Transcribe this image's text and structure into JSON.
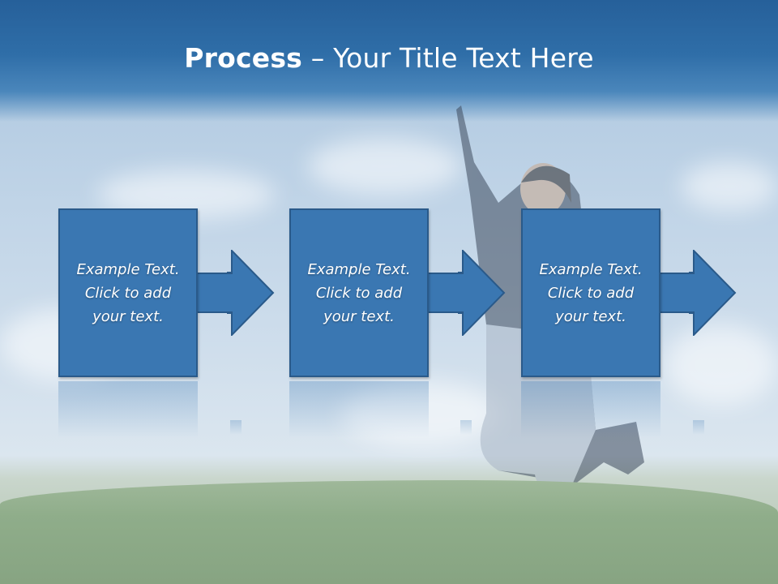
{
  "slide": {
    "title_bold": "Process",
    "title_rest": " – Your Title Text Here",
    "steps": [
      {
        "text": "Example Text.\nClick  to add\nyour text."
      },
      {
        "text": "Example Text.\nClick  to add\nyour text."
      },
      {
        "text": "Example Text.\nClick  to add\nyour text."
      }
    ]
  },
  "colors": {
    "header": "#2f6ea8",
    "box_fill": "#3a77b2",
    "box_border": "#2a5a8a",
    "text": "#ffffff"
  },
  "icons": [
    "right-arrow-icon"
  ]
}
